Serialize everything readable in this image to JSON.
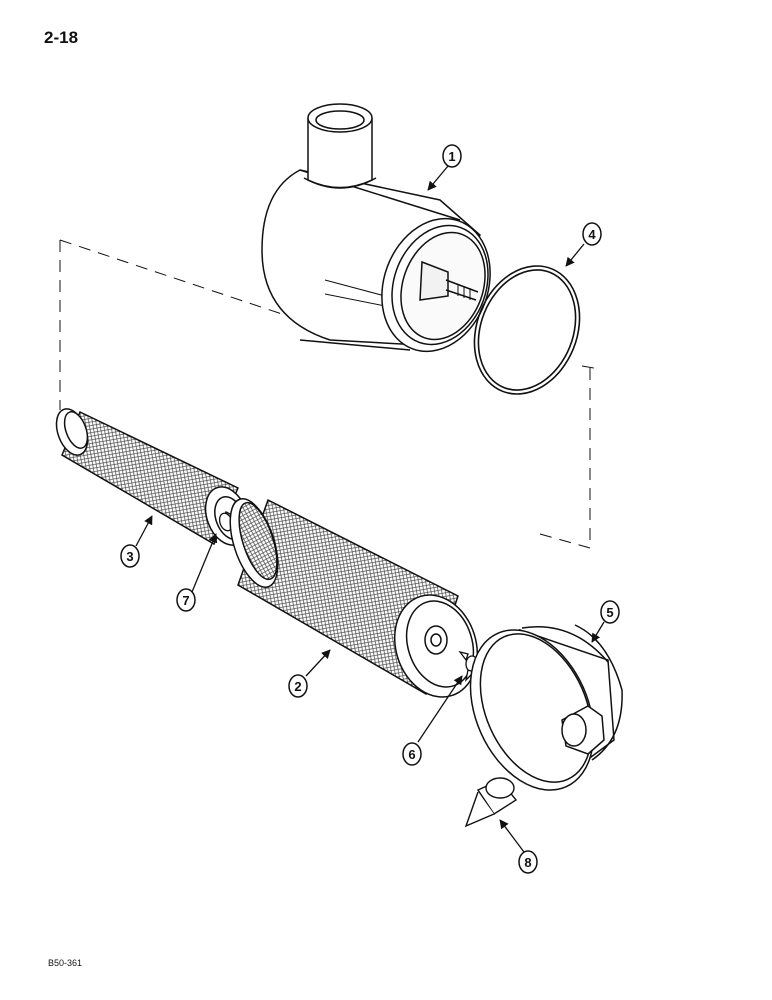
{
  "page": {
    "page_number": "2-18",
    "figure_code": "B50-361"
  },
  "callouts": [
    {
      "id": "1",
      "label": "1"
    },
    {
      "id": "2",
      "label": "2"
    },
    {
      "id": "3",
      "label": "3"
    },
    {
      "id": "4",
      "label": "4"
    },
    {
      "id": "5",
      "label": "5"
    },
    {
      "id": "6",
      "label": "6"
    },
    {
      "id": "7",
      "label": "7"
    },
    {
      "id": "8",
      "label": "8"
    }
  ],
  "colors": {
    "line": "#111111",
    "mesh": "#555555"
  }
}
